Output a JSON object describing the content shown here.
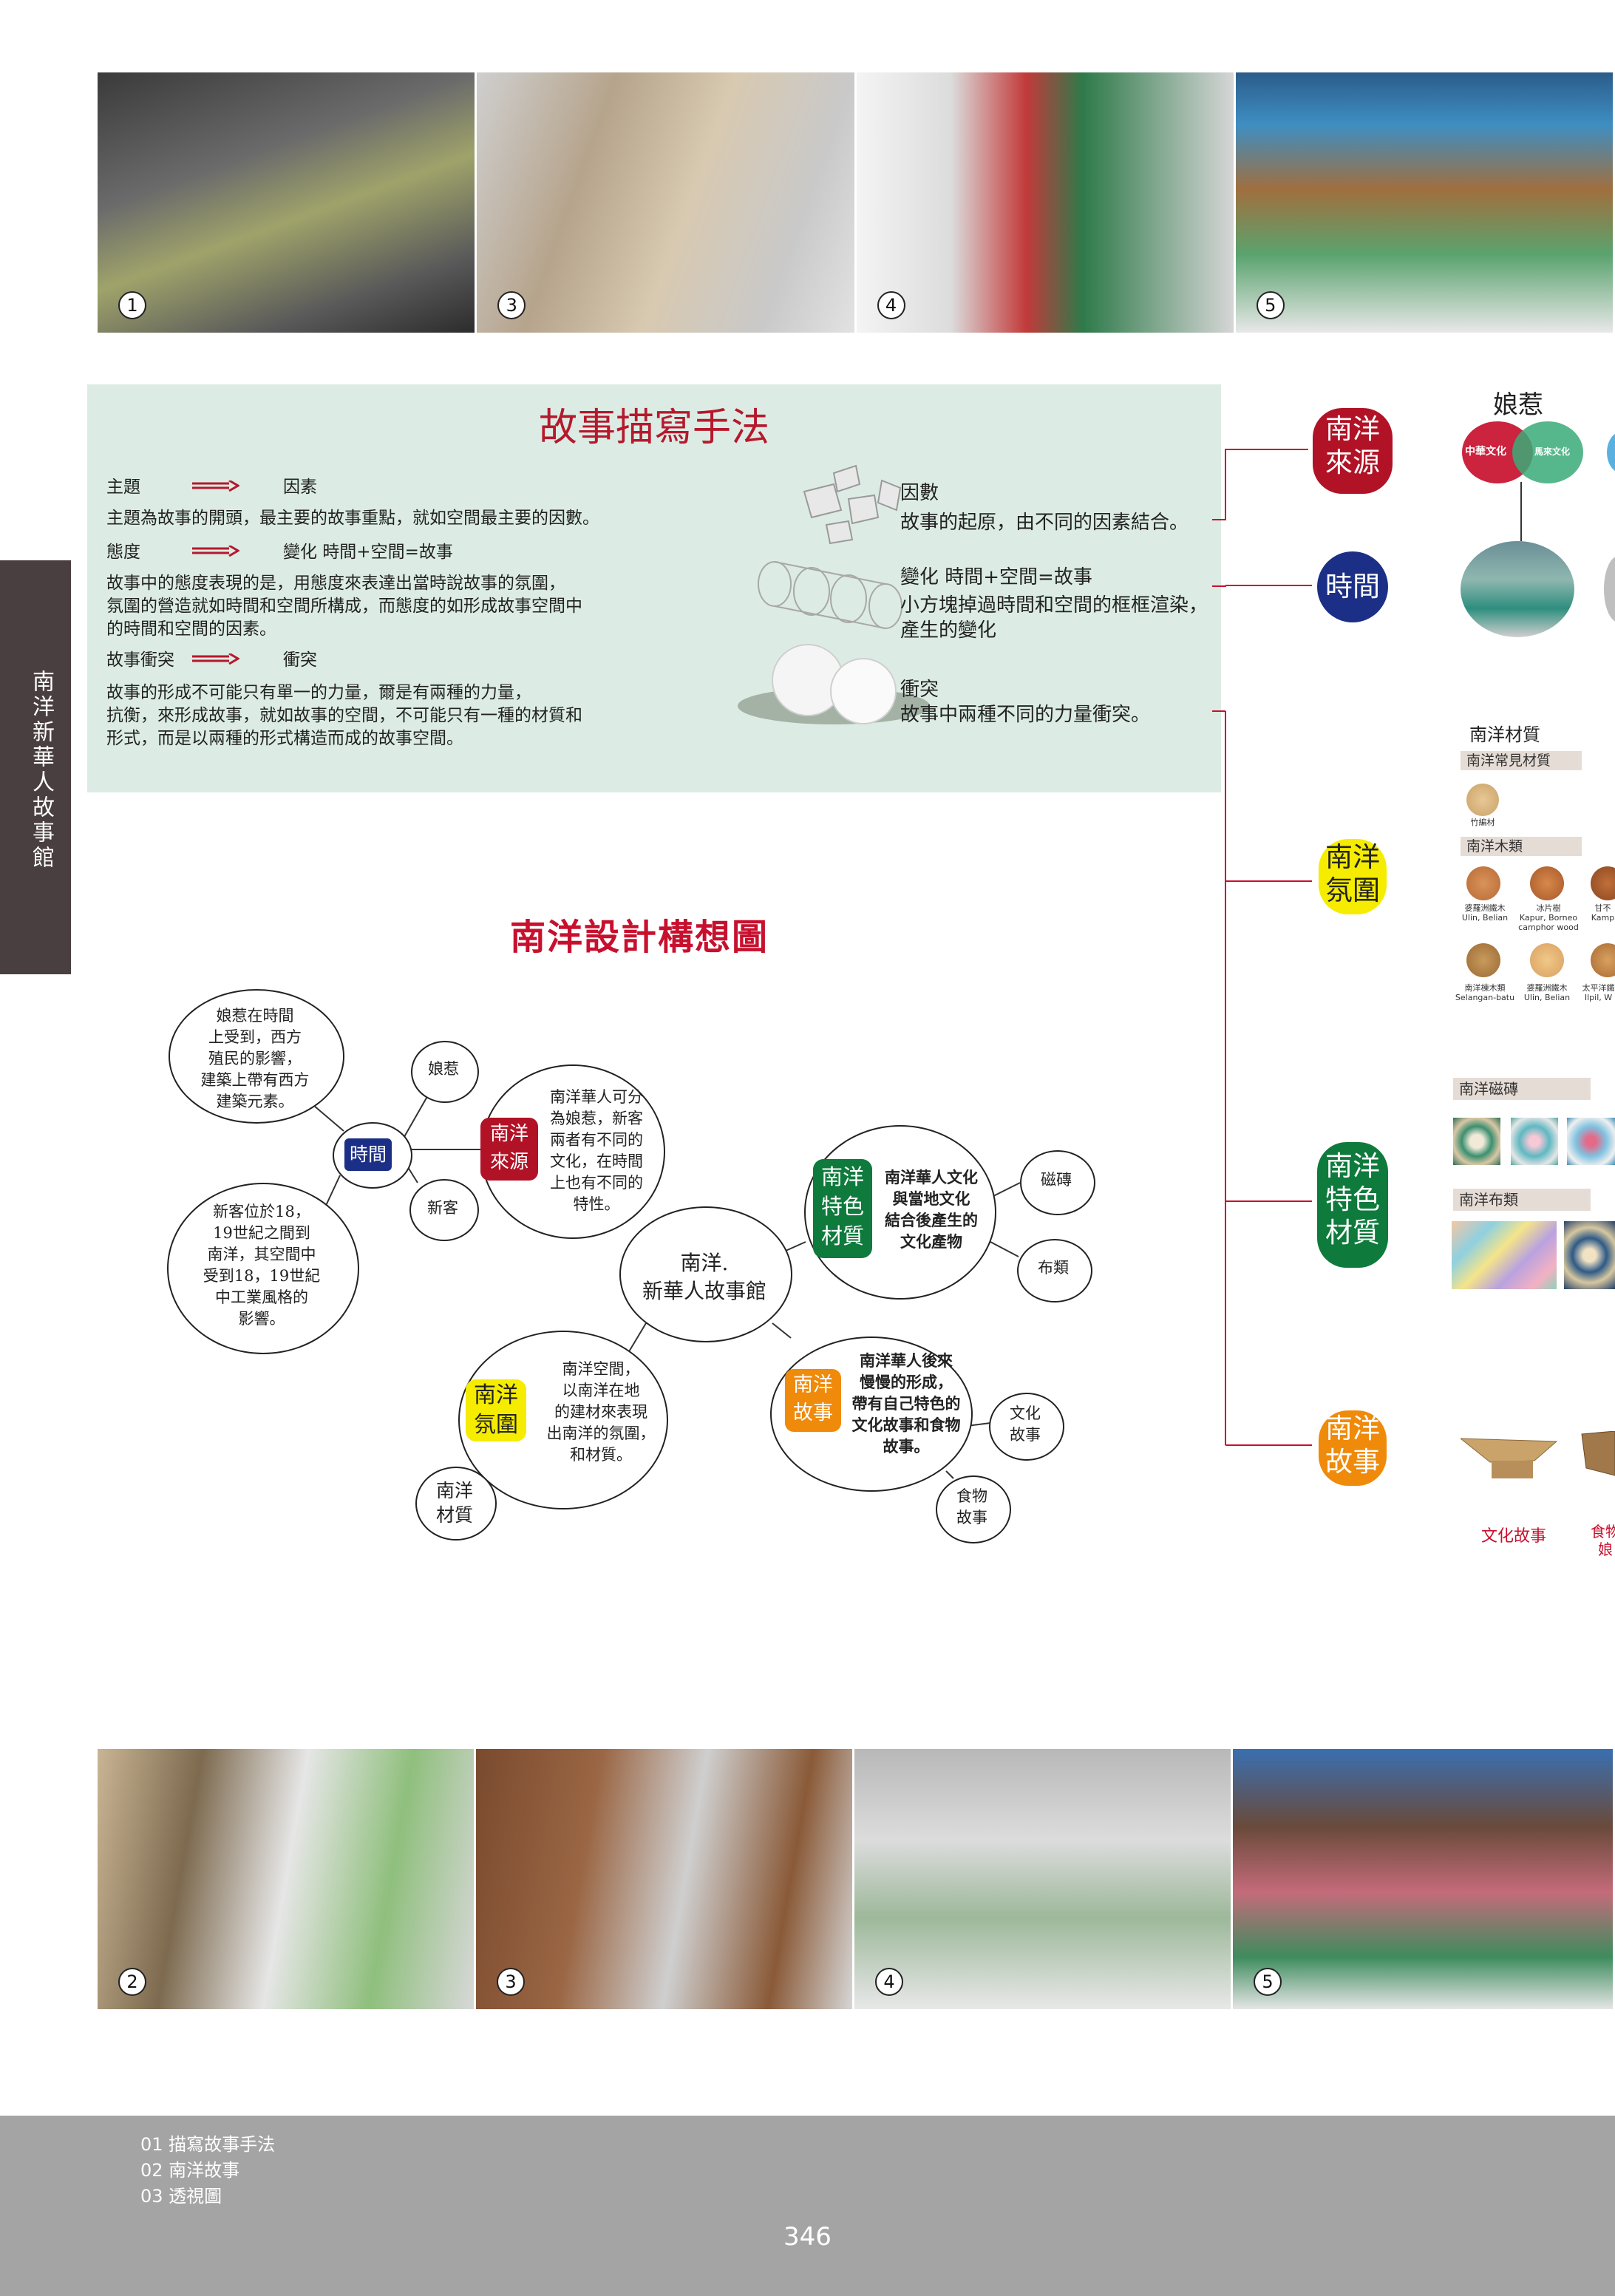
{
  "side_tab": "南洋新華人故事館",
  "top_photos": [
    {
      "num": "1"
    },
    {
      "num": "3"
    },
    {
      "num": "4"
    },
    {
      "num": "5"
    }
  ],
  "bottom_photos": [
    {
      "num": "2"
    },
    {
      "num": "3"
    },
    {
      "num": "4"
    },
    {
      "num": "5"
    }
  ],
  "story": {
    "title": "故事描寫手法",
    "left": [
      {
        "term": "主題",
        "result": "因素",
        "desc": [
          "主題為故事的開頭，最主要的故事重點，就如空間最主要的因數。"
        ]
      },
      {
        "term": "態度",
        "result": "變化 時間+空間=故事",
        "desc": [
          "故事中的態度表現的是，用態度來表達出當時說故事的氛圍，",
          "氛圍的營造就如時間和空間所構成，而態度的如形成故事空間中",
          "的時間和空間的因素。"
        ]
      },
      {
        "term": "故事衝突",
        "result": "衝突",
        "desc": [
          "故事的形成不可能只有單一的力量，爾是有兩種的力量，",
          "抗衡，來形成故事，就如故事的空間，不可能只有一種的材質和",
          "形式，而是以兩種的形式構造而成的故事空間。"
        ]
      }
    ],
    "right": [
      {
        "head": "因數",
        "lines": [
          "故事的起原，由不同的因素結合。"
        ]
      },
      {
        "head": "變化 時間+空間=故事",
        "lines": [
          "小方塊掉過時間和空間的框框渲染，",
          "產生的變化"
        ]
      },
      {
        "head": "衝突",
        "lines": [
          "故事中兩種不同的力量衝突。"
        ]
      }
    ]
  },
  "diagram": {
    "title": "南洋設計構想圖",
    "center": [
      "南洋.",
      "新華人故事館"
    ],
    "nyonya_note": [
      "娘惹在時間",
      "上受到，西方",
      "殖民的影響，",
      "建築上帶有西方",
      "建築元素。"
    ],
    "xinke_note": [
      "新客位於18，",
      "19世紀之間到",
      "南洋，其空間中",
      "受到18，19世紀",
      "中工業風格的",
      "影響。"
    ],
    "time_badge": "時間",
    "nyonya": "娘惹",
    "xinke": "新客",
    "origin_badge": [
      "南洋",
      "來源"
    ],
    "origin_text": [
      "南洋華人可分",
      "為娘惹，新客",
      "兩者有不同的",
      "文化，在時間",
      "上也有不同的",
      "特性。"
    ],
    "material_badge": [
      "南洋",
      "特色",
      "材質"
    ],
    "material_text": [
      "南洋華人文化",
      "與當地文化",
      "結合後產生的",
      "文化產物"
    ],
    "tile": "磁磚",
    "fabric": "布類",
    "atmos_badge": [
      "南洋",
      "氛圍"
    ],
    "atmos_text": [
      "南洋空間，",
      "以南洋在地",
      "的建材來表現",
      "出南洋的氛圍，",
      "和材質。"
    ],
    "mat_small": [
      "南洋",
      "材質"
    ],
    "story_badge": [
      "南洋",
      "故事"
    ],
    "story_text": [
      "南洋華人後來",
      "慢慢的形成，",
      "帶有自己特色的",
      "文化故事和食物",
      "故事。"
    ],
    "culture_story": [
      "文化",
      "故事"
    ],
    "food_story": [
      "食物",
      "故事"
    ]
  },
  "right_col": {
    "nyonya_title": "娘惹",
    "venn_left": "中華文化",
    "venn_right": "馬來文化",
    "pills": [
      {
        "text": [
          "南洋",
          "來源"
        ]
      },
      {
        "text": [
          "時間"
        ]
      },
      {
        "text": [
          "南洋",
          "氛圍"
        ]
      },
      {
        "text": [
          "南洋",
          "特色",
          "材質"
        ]
      },
      {
        "text": [
          "南洋",
          "故事"
        ]
      }
    ],
    "materials_title": "南洋材質",
    "common_label": "南洋常見材質",
    "bamboo": "竹編材",
    "wood_label": "南洋木類",
    "woods_row1": [
      [
        "婆羅洲鐵木",
        "Ulin, Belian"
      ],
      [
        "冰片樹",
        "Kapur, Borneo",
        "camphor wood"
      ],
      [
        "甘不",
        "Kamp"
      ]
    ],
    "woods_row2": [
      [
        "南洋棟木類",
        "Selangan-batu"
      ],
      [
        "婆羅洲鐵木",
        "Ulin, Belian"
      ],
      [
        "太平洋鐵",
        "Ilpil, W"
      ]
    ],
    "tile_label": "南洋磁磚",
    "fabric_label": "南洋布類",
    "story_captions": [
      "文化故事",
      "食物",
      "娘"
    ]
  },
  "footer": {
    "toc": [
      "01  描寫故事手法",
      "02  南洋故事",
      "03  透視圖"
    ],
    "page": "346"
  }
}
